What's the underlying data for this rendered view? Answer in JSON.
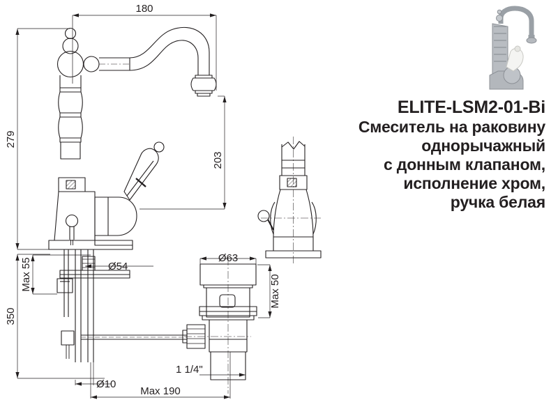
{
  "document": {
    "type": "technical-drawing",
    "background_color": "#ffffff",
    "line_color": "#231f20",
    "text_color": "#231f20"
  },
  "product": {
    "code": "ELITE-LSM2-01-Bi",
    "description_lines": [
      "Смеситель на раковину",
      "однорычажный",
      "с донным клапаном,",
      "исполнение хром,",
      "ручка белая"
    ]
  },
  "photo": {
    "alt_name": "chrome-faucet-photo",
    "finish_color": "#b9bcc0",
    "handle_color": "#f4f4f2"
  },
  "dimensions": {
    "spout_reach": "180",
    "total_height": "279",
    "spout_height": "203",
    "max_thickness": "Max 55",
    "drop_length": "350",
    "base_diameter": "Ø54",
    "rod_diameter": "Ø10",
    "rod_max_length": "Max 190",
    "drain_cap_diameter": "Ø63",
    "drain_max_depth": "Max 50",
    "drain_thread": "1 1/4\""
  },
  "views": [
    {
      "name": "front-view-faucet"
    },
    {
      "name": "side-view-faucet"
    },
    {
      "name": "drain-assembly-view"
    }
  ]
}
